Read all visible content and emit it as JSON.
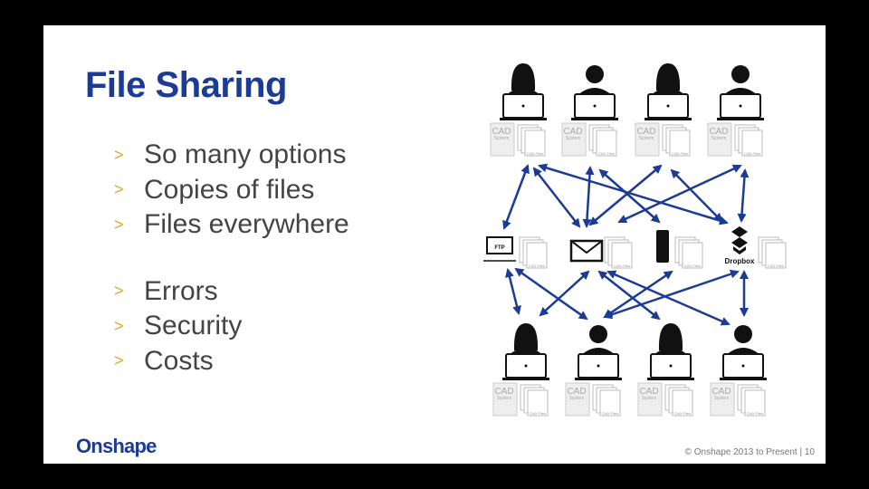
{
  "slide": {
    "title": "File Sharing",
    "bullets": [
      "So many options",
      "Copies of files",
      "Files everywhere",
      "Errors",
      "Security",
      "Costs"
    ],
    "logo": "Onshape",
    "footer": "© Onshape 2013 to Present |  10"
  },
  "diagram": {
    "cad_system_label": "CAD",
    "cad_system_sub": "System",
    "cad_files_label": "CAD Files",
    "hubs": {
      "ftp": "FTP",
      "dropbox": "Dropbox"
    },
    "arrow_color": "#1b3b94"
  }
}
